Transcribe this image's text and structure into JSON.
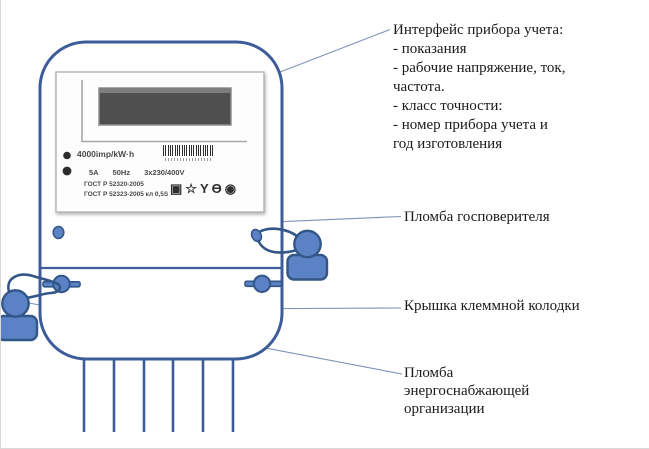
{
  "colors": {
    "outline": "#3d5c99",
    "seal-fill": "#5b82c4",
    "seal-stroke": "#335689",
    "leader": "#7e92b8",
    "text": "#1b1b1b",
    "label-text": "#4a4a4a"
  },
  "meter": {
    "faceplate": {
      "meter_constant": "4000imp/kW·h",
      "ratings": {
        "current": "5A",
        "frequency": "50Hz",
        "voltage": "3x230/400V"
      },
      "gost_line1": "ГОСТ Р 52320-2005",
      "gost_line2": "ГОСТ Р 52323-2005 кл 0,5S",
      "cert_marks": [
        {
          "name": "double-insulation-icon",
          "glyph": "▣"
        },
        {
          "name": "rostest-star-icon",
          "glyph": "☆"
        },
        {
          "name": "three-phase-icon",
          "glyph": "Y"
        },
        {
          "name": "approval-theta-icon",
          "glyph": "ϴ"
        },
        {
          "name": "certification-circle-icon",
          "glyph": "◉"
        }
      ]
    }
  },
  "annotations": {
    "interface": {
      "lines": [
        "Интерфейс прибора учета:",
        "- показания",
        "- рабочие напряжение, ток,",
        "частота.",
        "- класс точности:",
        "- номер прибора учета и",
        "год изготовления"
      ]
    },
    "state_seal": {
      "label": "Пломба госповерителя"
    },
    "terminal_cover": {
      "label": "Крышка клеммной колодки"
    },
    "supplier_seal": {
      "lines": [
        "Пломба",
        "энергоснабжающей",
        "организации"
      ]
    }
  }
}
